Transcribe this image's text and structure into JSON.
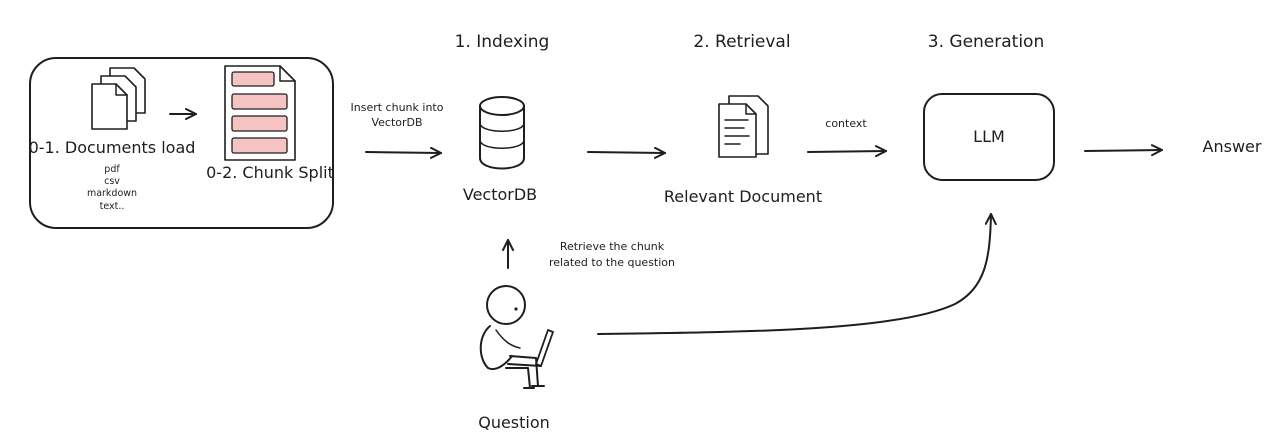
{
  "stages": {
    "indexing": "1. Indexing",
    "retrieval": "2. Retrieval",
    "generation": "3. Generation"
  },
  "preprocess": {
    "documents_load": "0-1. Documents load",
    "file_types": [
      "pdf",
      "csv",
      "markdown",
      "text.."
    ],
    "chunk_split": "0-2. Chunk Split"
  },
  "edges": {
    "insert_line1": "Insert chunk into",
    "insert_line2": "VectorDB",
    "context": "context",
    "retrieve_line1": "Retrieve the chunk",
    "retrieve_line2": "related to the question"
  },
  "nodes": {
    "vectordb": "VectorDB",
    "relevant_document": "Relevant Document",
    "llm": "LLM",
    "answer": "Answer",
    "question": "Question"
  },
  "colors": {
    "ink": "#1e1e1e",
    "chunk_fill": "#f6c3c3"
  }
}
